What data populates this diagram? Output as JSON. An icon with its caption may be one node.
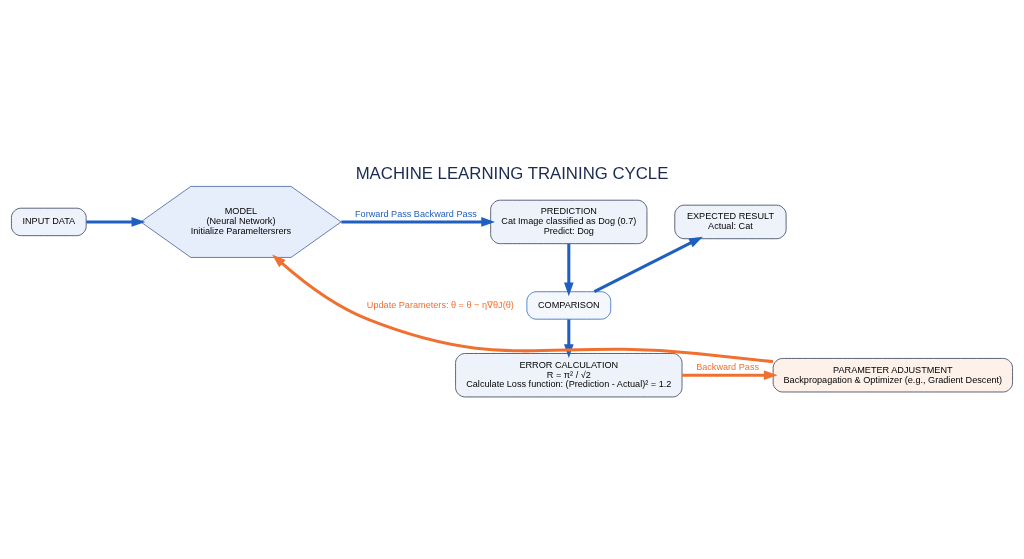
{
  "diagram": {
    "title": "MACHINE LEARNING TRAINING CYCLE",
    "nodes": [
      {
        "text": [
          "INPUT DATA"
        ]
      },
      {
        "text": [
          "MODEL",
          "(Neural Network)",
          "Initialize Parameltersrers"
        ]
      },
      {
        "text": [
          "PREDICTION",
          "Cat Image classified as Dog (0.7)",
          "Predict: Dog"
        ]
      },
      {
        "text": [
          "EXPECTED RESULT",
          "Actual: Cat"
        ]
      },
      {
        "text": [
          "COMPARISON"
        ]
      },
      {
        "text": [
          "ERROR CALCULATION",
          "R = π² / √2",
          "Calculate Loss function: (Prediction - Actual)² = 1.2"
        ]
      },
      {
        "text": [
          "PARAMETER ADJUSTMENT",
          "Backpropagation & Optimizer (e.g., Gradient Descent)"
        ]
      }
    ],
    "edges": [
      {
        "from": 0,
        "to": 1,
        "arrow": "to"
      },
      {
        "from": 1,
        "to": 2,
        "arrow": "to",
        "label": "Forward Pass Backward Pass"
      },
      {
        "from": 2,
        "to": 4,
        "arrow": "to"
      },
      {
        "from": 4,
        "to": 3,
        "arrow": "to"
      },
      {
        "from": 4,
        "to": 5,
        "arrow": "to"
      },
      {
        "from": 5,
        "to": 6,
        "arrow": "to",
        "label": "Backward Pass",
        "color": "#f07030"
      },
      {
        "from": 6,
        "to": 1,
        "arrow": "to",
        "label": "Update Parameters: θ = θ − η∇θJ(θ)",
        "color": "#f07030"
      }
    ]
  }
}
